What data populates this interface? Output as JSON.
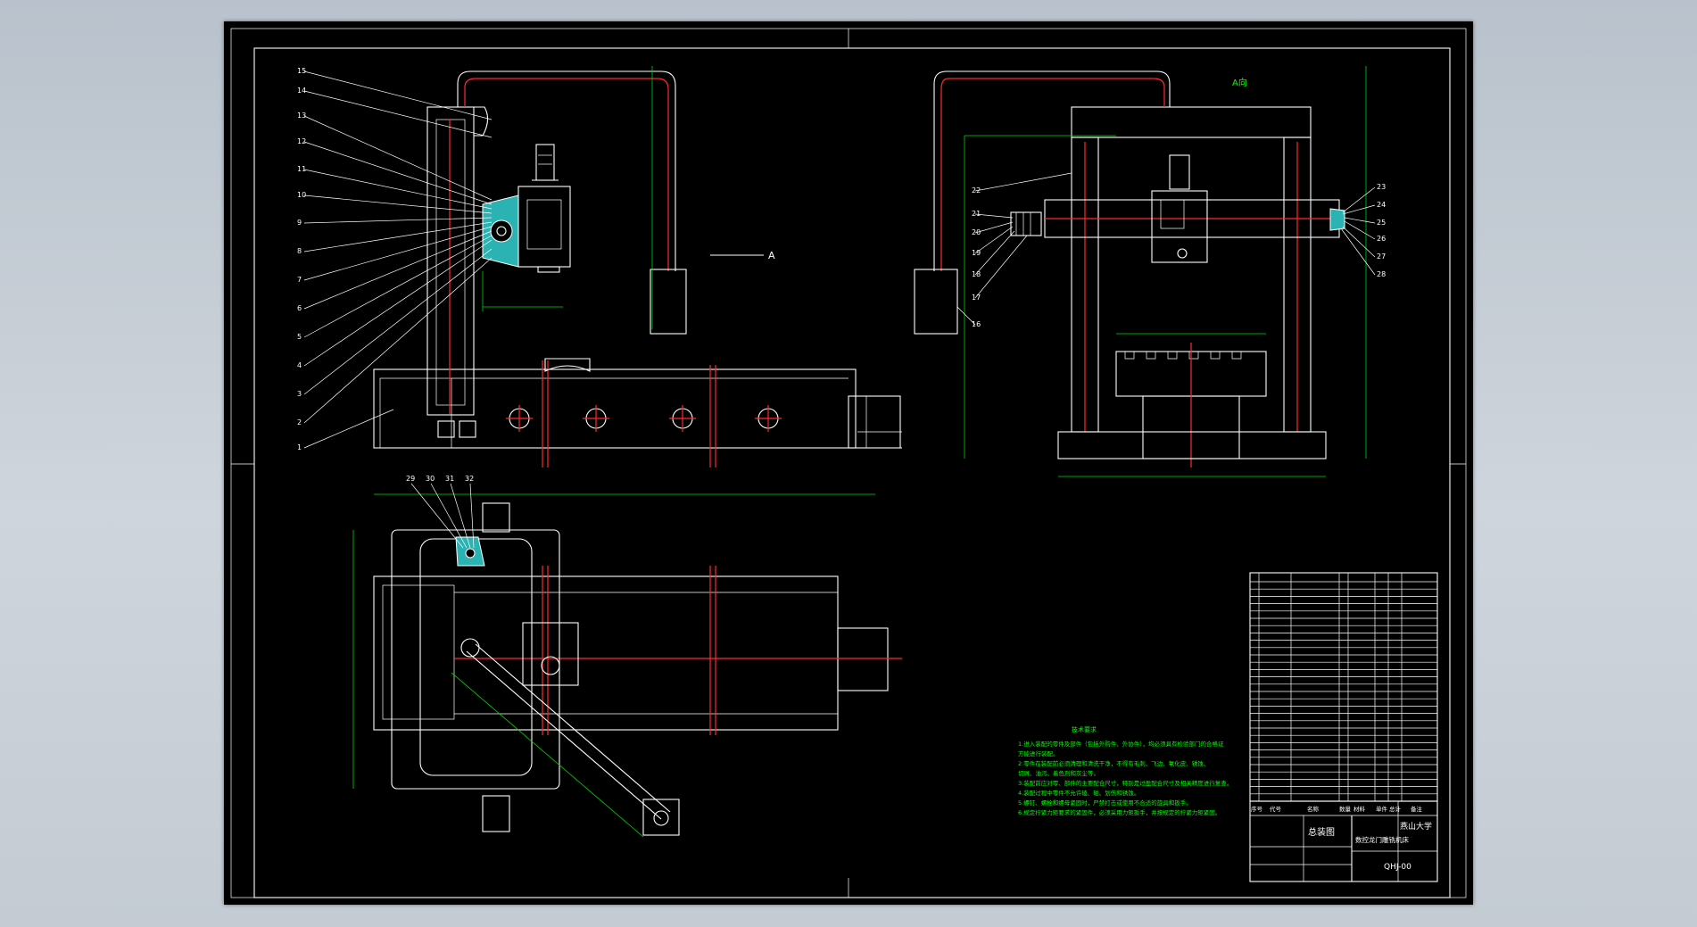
{
  "views": {
    "side_view": {
      "balloons": [
        "15",
        "14",
        "13",
        "12",
        "11",
        "10",
        "9",
        "8",
        "7",
        "6",
        "5",
        "4",
        "3",
        "2",
        "1"
      ],
      "section_marker": "A"
    },
    "front_view": {
      "title": "A向",
      "balloons_left": [
        "22",
        "21",
        "20",
        "19",
        "18",
        "17",
        "16"
      ],
      "balloons_right": [
        "23",
        "24",
        "25",
        "26",
        "27",
        "28"
      ]
    },
    "top_view": {
      "balloons": [
        "29",
        "30",
        "31",
        "32"
      ]
    }
  },
  "technical_requirements": {
    "title": "技术要求",
    "lines": [
      "1.进入装配的零件及部件（包括外购件、外协件），均必须具有检验部门的合格证",
      "方能进行装配。",
      "2.零件在装配前必须清理和清洗干净，不得有毛刺、飞边、氧化皮、锈蚀、",
      "切屑、油污、着色剂和灰尘等。",
      "3.装配前应对零、部件的主要配合尺寸，特别是过盈配合尺寸及相关精度进行复查。",
      "4.装配过程中零件不允许磕、碰、划伤和锈蚀。",
      "5.螺钉、螺栓和螺母紧固时，严禁打击或使用不合适的旋具和扳手。",
      "6.规定拧紧力矩要求的紧固件，必须采用力矩扳手，并按规定的拧紧力矩紧固。"
    ]
  },
  "title_block": {
    "school": "燕山大学",
    "drawing_type": "总装图",
    "drawing_name": "数控龙门雕铣机床",
    "drawing_number": "QHJ-00",
    "header_cols": [
      "序号",
      "代号",
      "名称",
      "数量",
      "材料",
      "单件",
      "总计",
      "备注"
    ]
  }
}
